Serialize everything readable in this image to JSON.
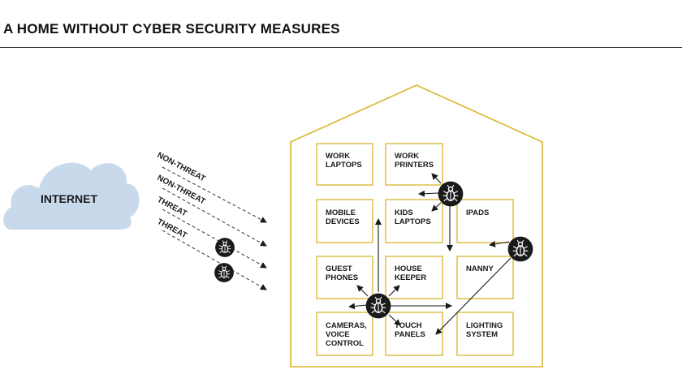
{
  "title": "A HOME WITHOUT CYBER SECURITY MEASURES",
  "cloud_label": "INTERNET",
  "traffic": [
    "NON-THREAT",
    "NON-THREAT",
    "THREAT",
    "THREAT"
  ],
  "rooms": [
    {
      "line1": "WORK",
      "line2": "LAPTOPS",
      "line3": ""
    },
    {
      "line1": "WORK",
      "line2": "PRINTERS",
      "line3": ""
    },
    {
      "line1": "MOBILE",
      "line2": "DEVICES",
      "line3": ""
    },
    {
      "line1": "KIDS",
      "line2": "LAPTOPS",
      "line3": ""
    },
    {
      "line1": "IPADS",
      "line2": "",
      "line3": ""
    },
    {
      "line1": "GUEST",
      "line2": "PHONES",
      "line3": ""
    },
    {
      "line1": "HOUSE",
      "line2": "KEEPER",
      "line3": ""
    },
    {
      "line1": "NANNY",
      "line2": "",
      "line3": ""
    },
    {
      "line1": "CAMERAS,",
      "line2": "VOICE",
      "line3": "CONTROL"
    },
    {
      "line1": "TOUCH",
      "line2": "PANELS",
      "line3": ""
    },
    {
      "line1": "LIGHTING",
      "line2": "SYSTEM",
      "line3": ""
    }
  ],
  "colors": {
    "house": "#d9b62a",
    "cloud": "#c9d9ec",
    "bug": "#1a1a1a",
    "text": "#1a1a1a"
  },
  "icons": [
    "bug-icon"
  ]
}
